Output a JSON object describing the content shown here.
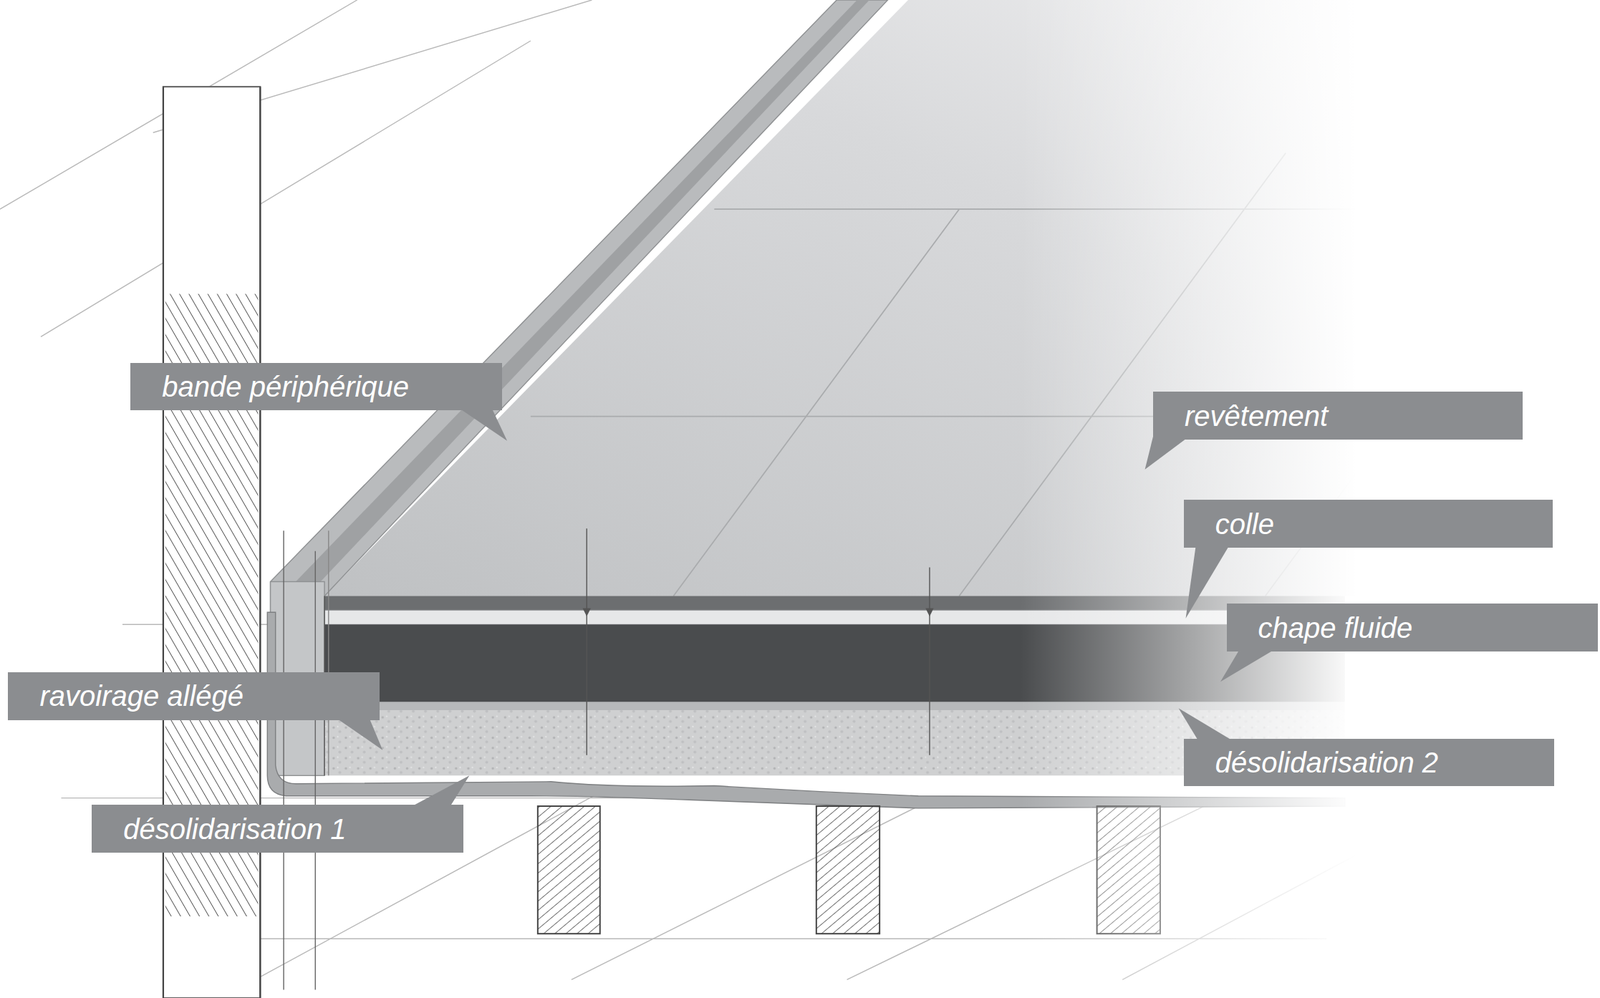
{
  "diagram": {
    "labels": [
      "bande périphérique",
      "revêtement",
      "colle",
      "chape fluide",
      "ravoirage allégé",
      "désolidarisation 2",
      "désolidarisation 1"
    ]
  }
}
